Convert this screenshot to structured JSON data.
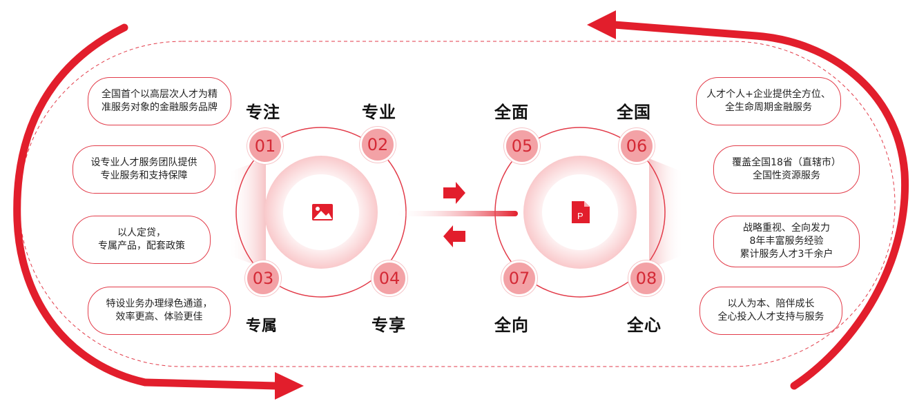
{
  "colors": {
    "accent": "#e21e2c",
    "pill_border": "#e23a48",
    "number_fill": "#f3a2a6",
    "number_text": "#d42a36"
  },
  "left_descriptions": [
    "全国首个以高层次人才为精\n准服务对象的金融服务品牌",
    "设专业人才服务团队提供\n专业服务和支持保障",
    "以人定贷，\n专属产品，配套政策",
    "特设业务办理绿色通道，\n效率更高、体验更佳"
  ],
  "right_descriptions": [
    "人才个人+企业提供全方位、\n全生命周期金融服务",
    "覆盖全国18省（直辖市）\n全国性资源服务",
    "战略重视、全向发力\n8年丰富服务经验\n累计服务人才3千余户",
    "以人为本、陪伴成长\n全心投入人才支持与服务"
  ],
  "left_keywords": [
    "专注",
    "专业",
    "专属",
    "专享"
  ],
  "right_keywords": [
    "全面",
    "全国",
    "全向",
    "全心"
  ],
  "left_numbers": [
    "01",
    "02",
    "03",
    "04"
  ],
  "right_numbers": [
    "05",
    "06",
    "07",
    "08"
  ],
  "icons": {
    "left_center": "image-icon",
    "right_center": "pdf-file-icon",
    "top_arrow": "arrow-left-icon",
    "bottom_arrow": "arrow-right-icon"
  }
}
